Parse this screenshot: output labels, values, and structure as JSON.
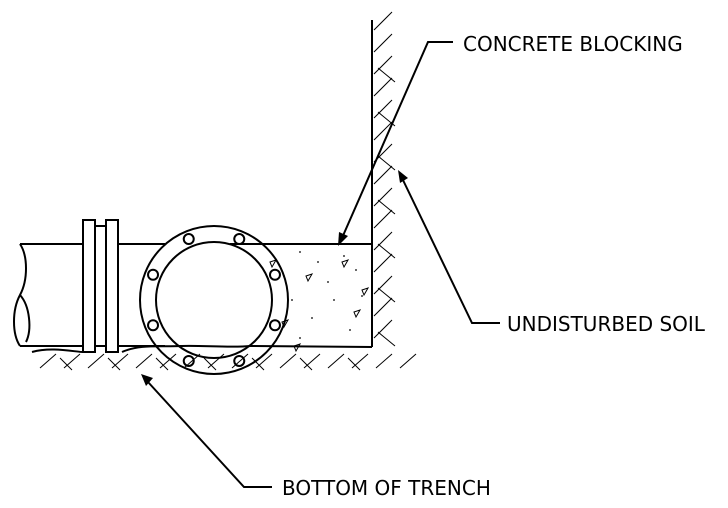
{
  "labels": {
    "concrete_blocking": "CONCRETE BLOCKING",
    "undisturbed_soil": "UNDISTURBED SOIL",
    "bottom_of_trench": "BOTTOM OF TRENCH"
  },
  "colors": {
    "ink": "#000000",
    "paper": "#ffffff"
  }
}
